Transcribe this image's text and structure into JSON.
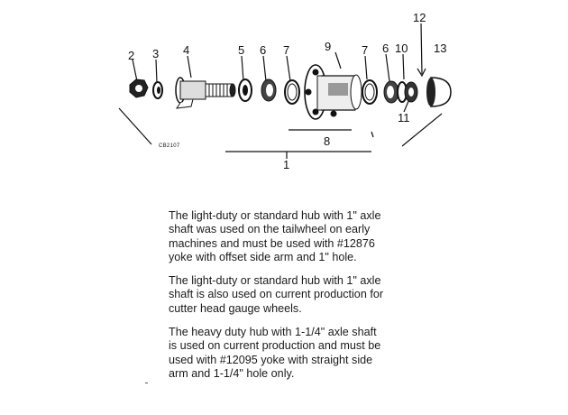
{
  "diagram": {
    "drawing_code": "CB2107",
    "part_numbers": {
      "p1": "1",
      "p2": "2",
      "p3": "3",
      "p4": "4",
      "p5": "5",
      "p6a": "6",
      "p7a": "7",
      "p8": "8",
      "p9": "9",
      "p7b": "7",
      "p6b": "6",
      "p10": "10",
      "p11": "11",
      "p12": "12",
      "p13": "13"
    }
  },
  "description": {
    "paragraphs": [
      "The light-duty or standard hub with 1\" axle\nshaft was used on the tailwheel on early\nmachines and must be used with #12876\nyoke with offset side arm and 1\" hole.",
      "The light-duty or standard hub with 1\" axle\nshaft is also used on current production for\ncutter head gauge wheels.",
      "The heavy duty hub with 1-1/4\" axle shaft\nis used on current production and must be\nused with #12095 yoke with straight side\narm and 1-1/4\" hole only."
    ]
  }
}
